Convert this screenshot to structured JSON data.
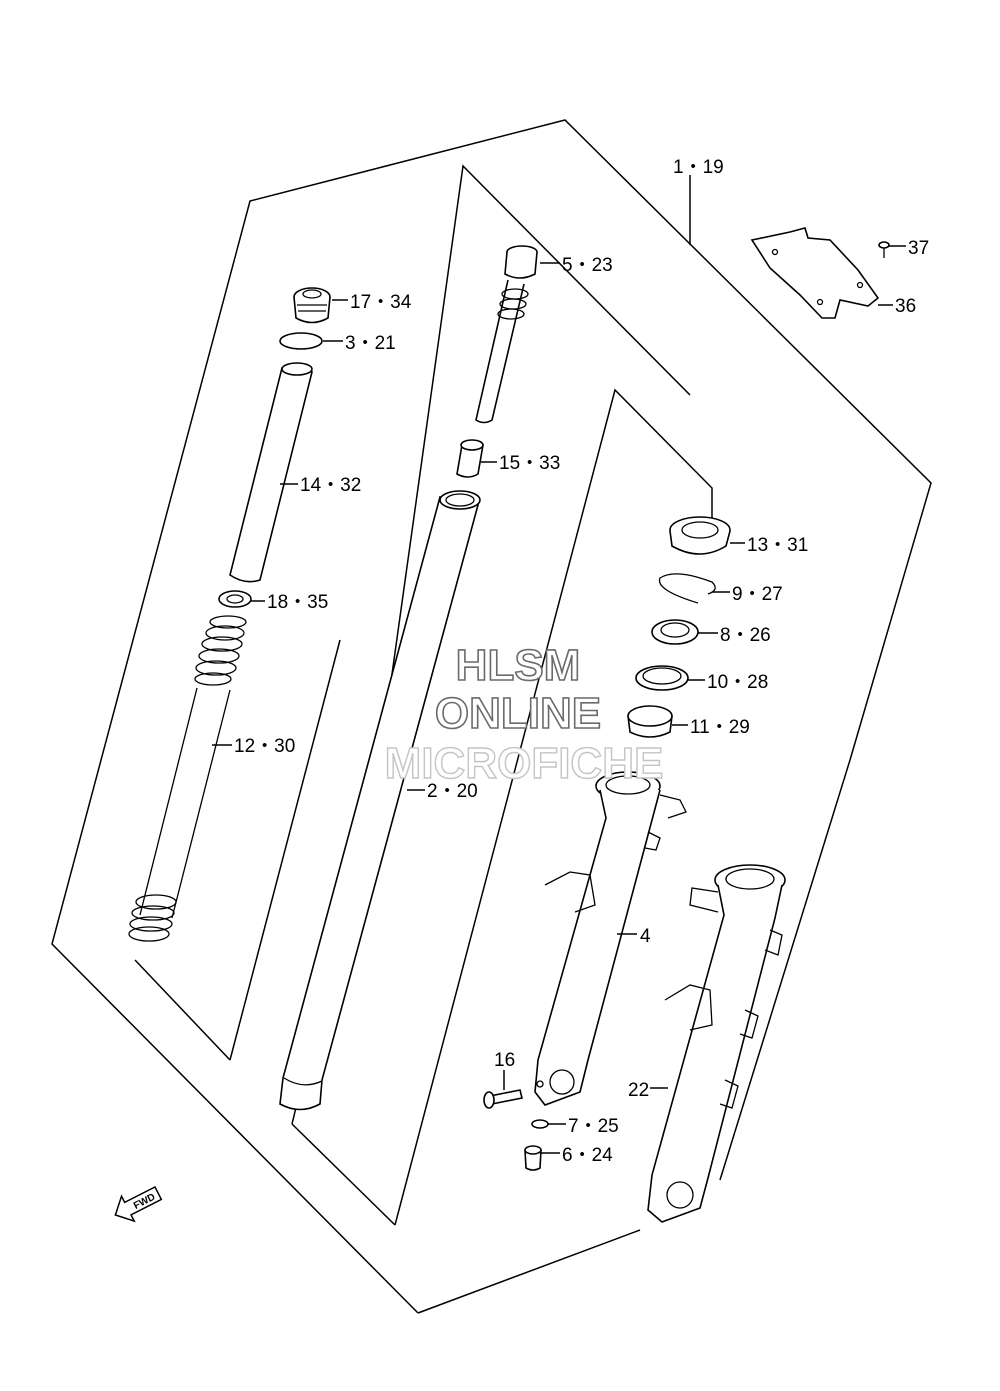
{
  "watermark": {
    "line1": "HLSM",
    "line2": "ONLINE",
    "line3": "MICROFICHE"
  },
  "direction_badge": "FWD",
  "callouts": [
    {
      "id": "c1",
      "text": "1・19"
    },
    {
      "id": "c2",
      "text": "2・20"
    },
    {
      "id": "c3",
      "text": "3・21"
    },
    {
      "id": "c4",
      "text": "4"
    },
    {
      "id": "c5",
      "text": "5・23"
    },
    {
      "id": "c6",
      "text": "6・24"
    },
    {
      "id": "c7",
      "text": "7・25"
    },
    {
      "id": "c8",
      "text": "8・26"
    },
    {
      "id": "c9",
      "text": "9・27"
    },
    {
      "id": "c10",
      "text": "10・28"
    },
    {
      "id": "c11",
      "text": "11・29"
    },
    {
      "id": "c12",
      "text": "12・30"
    },
    {
      "id": "c13",
      "text": "13・31"
    },
    {
      "id": "c14",
      "text": "14・32"
    },
    {
      "id": "c15",
      "text": "15・33"
    },
    {
      "id": "c16",
      "text": "16"
    },
    {
      "id": "c17",
      "text": "17・34"
    },
    {
      "id": "c18",
      "text": "18・35"
    },
    {
      "id": "c22",
      "text": "22"
    },
    {
      "id": "c36",
      "text": "36"
    },
    {
      "id": "c37",
      "text": "37"
    }
  ]
}
